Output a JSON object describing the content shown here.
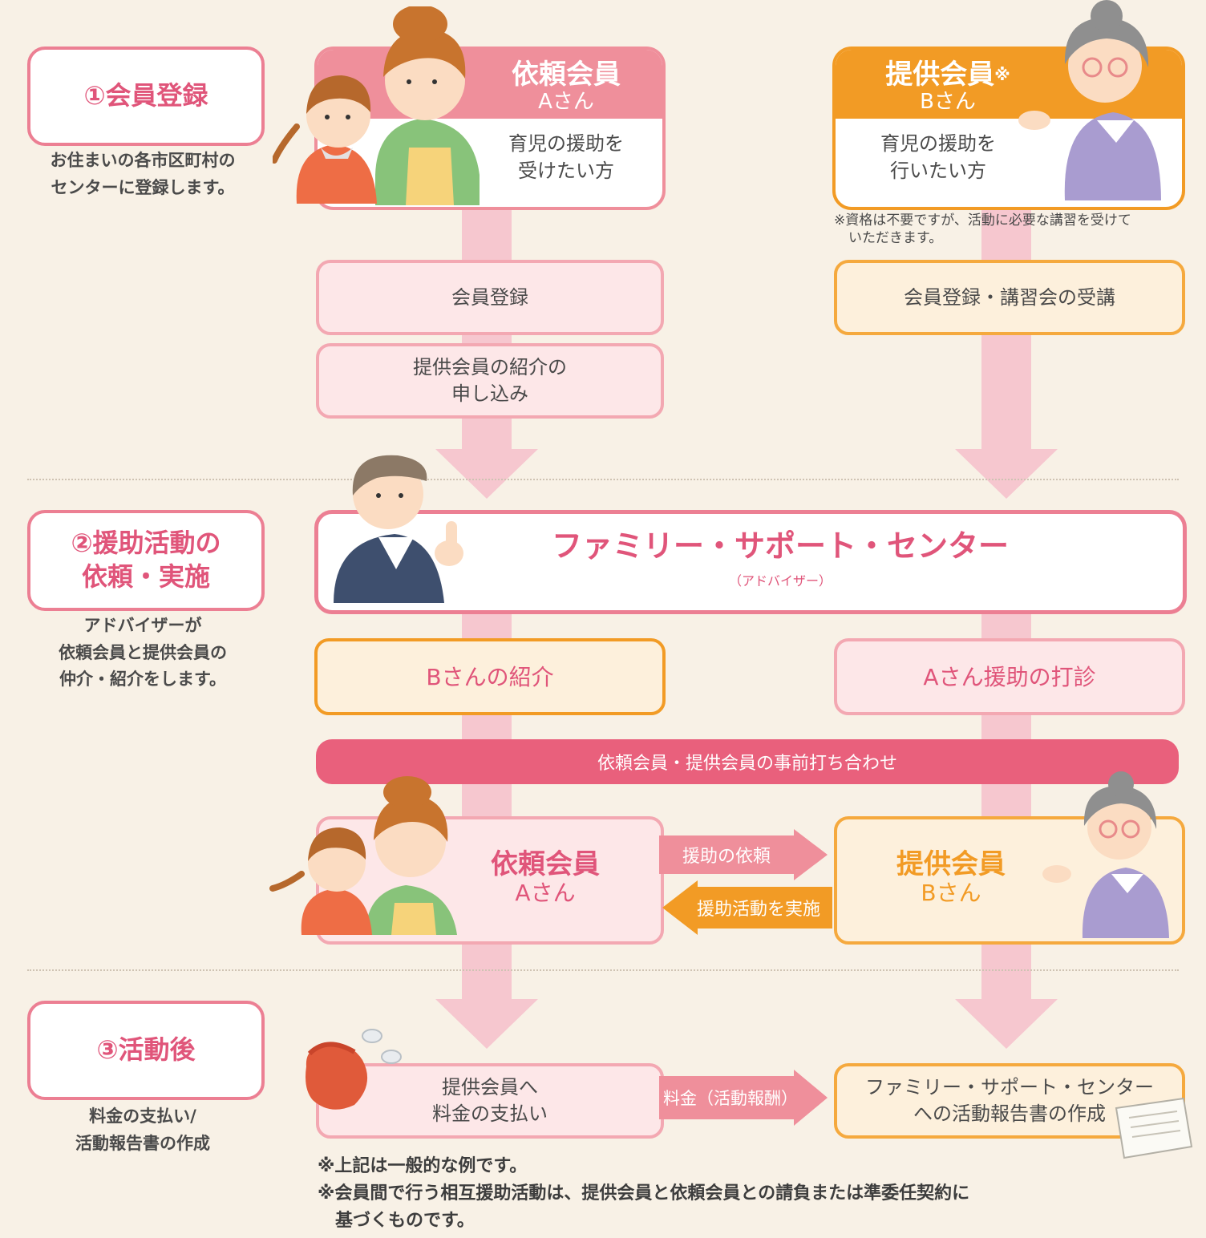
{
  "colors": {
    "pink": "#ec7f93",
    "orange": "#f29b25",
    "magenta": "#e9607c",
    "bg": "#f8f1e6"
  },
  "steps": [
    {
      "label": "①会員登録",
      "desc": [
        "お住まいの各市区町村の",
        "センターに登録します。"
      ]
    },
    {
      "label": [
        "②援助活動の",
        "依頼・実施"
      ],
      "desc": [
        "アドバイザーが",
        "依頼会員と提供会員の",
        "仲介・紹介をします。"
      ]
    },
    {
      "label": "③活動後",
      "desc": [
        "料金の支払い/",
        "活動報告書の作成"
      ]
    }
  ],
  "card_a": {
    "title": "依頼会員",
    "name": "Aさん",
    "body": [
      "育児の援助を",
      "受けたい方"
    ]
  },
  "card_b": {
    "title": "提供会員",
    "mark": "※",
    "name": "Bさん",
    "body": [
      "育児の援助を",
      "行いたい方"
    ],
    "note": [
      "※資格は不要ですが、活動に必要な講習を受けて",
      "いただきます。"
    ]
  },
  "flow_a": {
    "register": "会員登録",
    "apply": [
      "提供会員の紹介の",
      "申し込み"
    ]
  },
  "flow_b": {
    "register": "会員登録・講習会の受講"
  },
  "center": {
    "title": "ファミリー・サポート・センター",
    "sub": "（アドバイザー）"
  },
  "intro_b": "Bさんの紹介",
  "sound_a": "Aさん援助の打診",
  "meeting": "依頼会員・提供会員の事前打ち合わせ",
  "lower_a": {
    "title": "依頼会員",
    "name": "Aさん"
  },
  "lower_b": {
    "title": "提供会員",
    "name": "Bさん"
  },
  "arrow_request": "援助の依頼",
  "arrow_perform": "援助活動を実施",
  "payment": [
    "提供会員へ",
    "料金の支払い"
  ],
  "fee_arrow": "料金（活動報酬）",
  "report": [
    "ファミリー・サポート・センター",
    "への活動報告書の作成"
  ],
  "footnotes": [
    "※上記は一般的な例です。",
    "※会員間で行う相互援助活動は、提供会員と依頼会員との請負または準委任契約に",
    "基づくものです。"
  ],
  "icons": [
    "mother-child-illustration",
    "grandmother-illustration",
    "advisor-illustration",
    "coin-purse-illustration",
    "document-illustration"
  ]
}
